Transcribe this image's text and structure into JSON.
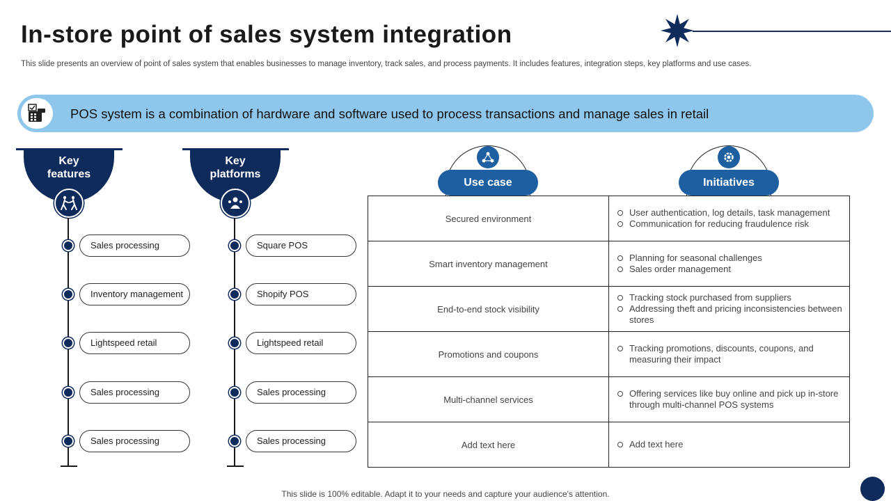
{
  "title": "In-store point of sales system integration",
  "subtitle": "This slide presents an overview of point of sales system that enables businesses to manage inventory, track sales, and process payments. It includes features, integration steps, key platforms and use cases.",
  "banner": {
    "text": "POS system is a combination of hardware and software used to process transactions and manage sales in retail",
    "icon": "pos-terminal-icon"
  },
  "key_features": {
    "title": "Key features",
    "icon": "people-running-icon",
    "items": [
      "Sales processing",
      "Inventory  management",
      "Lightspeed retail",
      "Sales processing",
      "Sales processing"
    ]
  },
  "key_platforms": {
    "title": "Key platforms",
    "icon": "team-icon",
    "items": [
      "Square POS",
      "Shopify POS",
      "Lightspeed retail",
      "Sales processing",
      "Sales processing"
    ]
  },
  "table": {
    "use_case_header": "Use case",
    "initiatives_header": "Initiatives",
    "use_case_icon": "network-icon",
    "initiatives_icon": "gear-icon",
    "rows": [
      {
        "use_case": "Secured environment",
        "initiatives": [
          "User authentication, log details, task management",
          "Communication for reducing fraudulence risk"
        ]
      },
      {
        "use_case": "Smart inventory  management",
        "initiatives": [
          "Planning for seasonal challenges",
          "Sales order management"
        ]
      },
      {
        "use_case": "End-to-end stock visibility",
        "initiatives": [
          "Tracking stock purchased from suppliers",
          "Addressing theft and pricing inconsistencies between stores"
        ]
      },
      {
        "use_case": "Promotions and coupons",
        "initiatives": [
          "Tracking promotions, discounts, coupons, and measuring their impact"
        ]
      },
      {
        "use_case": "Multi-channel services",
        "initiatives": [
          "Offering services like buy online and pick up in-store through multi-channel POS systems"
        ]
      },
      {
        "use_case": "Add text here",
        "initiatives": [
          "Add text here"
        ]
      }
    ]
  },
  "footer": "This slide is 100% editable. Adapt it to your needs and capture your audience's attention.",
  "colors": {
    "navy": "#0f2b5b",
    "blue": "#1d5fa0",
    "banner": "#8fc7ec"
  }
}
